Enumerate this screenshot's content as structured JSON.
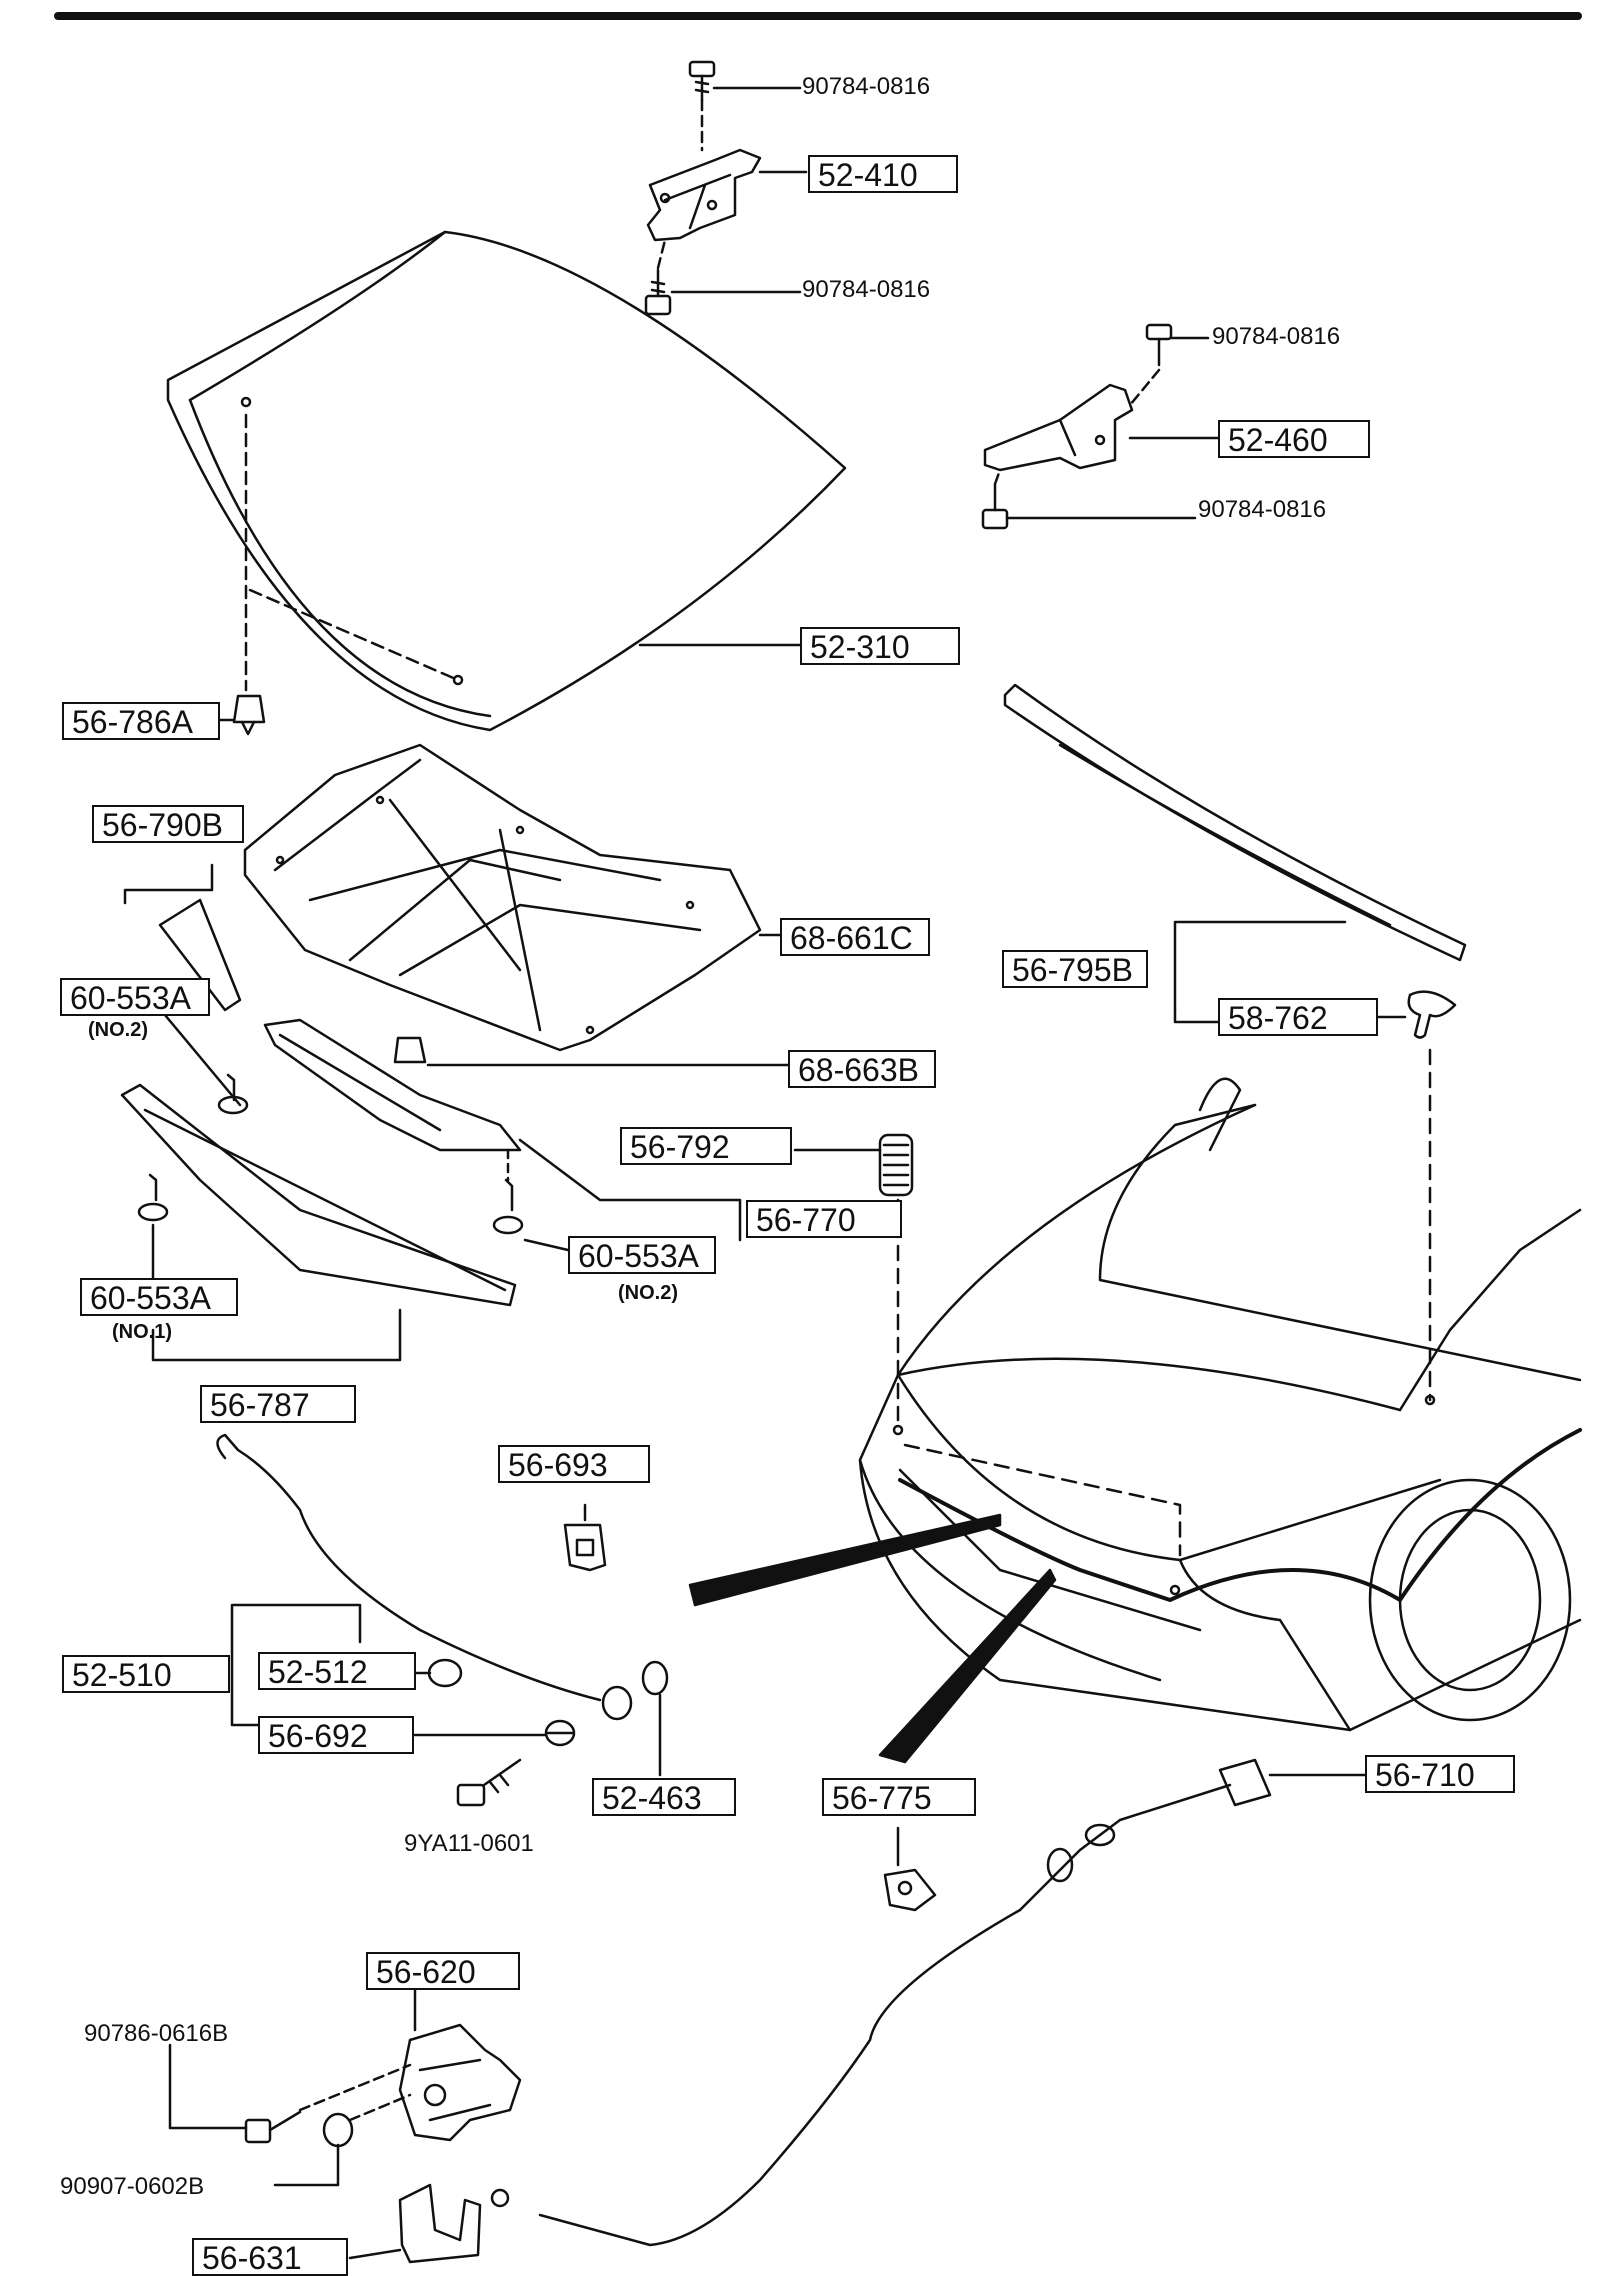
{
  "labels": {
    "p52_410": "52-410",
    "p52_460": "52-460",
    "p52_310": "52-310",
    "p56_786a": "56-786A",
    "p56_790b": "56-790B",
    "p60_553a_a": "60-553A",
    "p68_661c": "68-661C",
    "p68_663b": "68-663B",
    "p56_795b": "56-795B",
    "p58_762": "58-762",
    "p56_792": "56-792",
    "p56_770": "56-770",
    "p60_553a_b": "60-553A",
    "p60_553a_c": "60-553A",
    "p56_787": "56-787",
    "p56_693": "56-693",
    "p52_510": "52-510",
    "p52_512": "52-512",
    "p56_692": "56-692",
    "p52_463": "52-463",
    "p56_775": "56-775",
    "p56_710": "56-710",
    "p56_620": "56-620",
    "p56_631": "56-631"
  },
  "plain_numbers": {
    "bolt_a": "90784-0816",
    "bolt_b": "90784-0816",
    "bolt_c": "90784-0816",
    "bolt_d": "90784-0816",
    "screw": "9YA11-0601",
    "bolt_e": "90786-0616B",
    "nut": "90907-0602B"
  },
  "sub_labels": {
    "no2_a": "(NO.2)",
    "no2_b": "(NO.2)",
    "no1": "(NO.1)"
  }
}
